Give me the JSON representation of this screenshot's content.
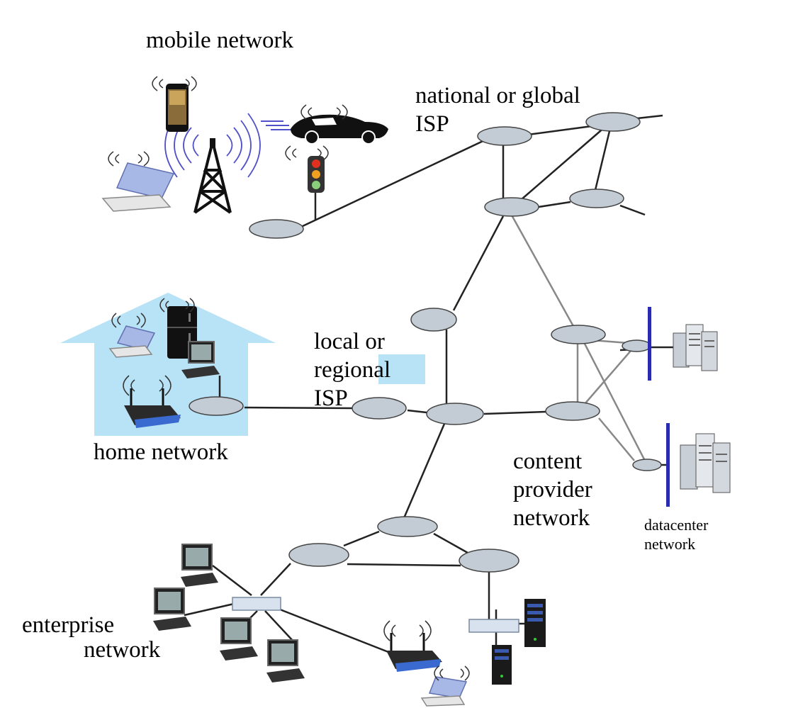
{
  "labels": {
    "mobile_network": "mobile network",
    "national_isp_line1": "national or global",
    "national_isp_line2": "ISP",
    "local_isp_line1": "local or",
    "local_isp_line2": "regional",
    "local_isp_line3": "ISP",
    "home_network": "home network",
    "content_line1": "content",
    "content_line2": "provider",
    "content_line3": "network",
    "datacenter_line1": "datacenter",
    "datacenter_line2": "network",
    "enterprise_line1": "enterprise",
    "enterprise_line2": "network"
  },
  "colors": {
    "router_fill": "#c3ccd4",
    "link": "#222222",
    "home_bg": "#b8e2f5",
    "rack_bar": "#2b2bb0",
    "radio_waves": "#5050c8"
  }
}
